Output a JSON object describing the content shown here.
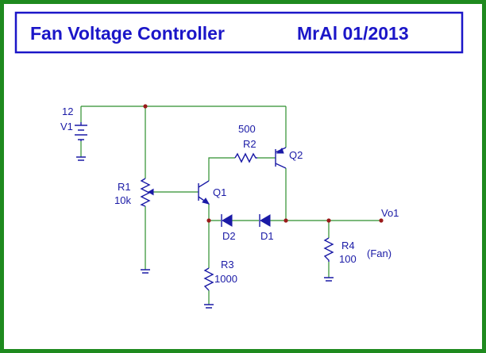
{
  "title": {
    "name": "Fan Voltage Controller",
    "author_date": "MrAl  01/2013"
  },
  "colors": {
    "frame": "#1e8a1e",
    "title_box": "#1b16c8",
    "wire": "#2d8f2d",
    "component": "#1a1aa6",
    "node": "#9a1a1a"
  },
  "components": {
    "v1": {
      "value": "12",
      "name": "V1"
    },
    "r1": {
      "name": "R1",
      "value": "10k"
    },
    "q1": {
      "name": "Q1"
    },
    "r2": {
      "value": "500",
      "name": "R2"
    },
    "q2": {
      "name": "Q2"
    },
    "d1": {
      "name": "D1"
    },
    "d2": {
      "name": "D2"
    },
    "r3": {
      "name": "R3",
      "value": "1000"
    },
    "r4": {
      "name": "R4",
      "value": "100",
      "note": "(Fan)"
    },
    "vo1": {
      "name": "Vo1"
    }
  }
}
